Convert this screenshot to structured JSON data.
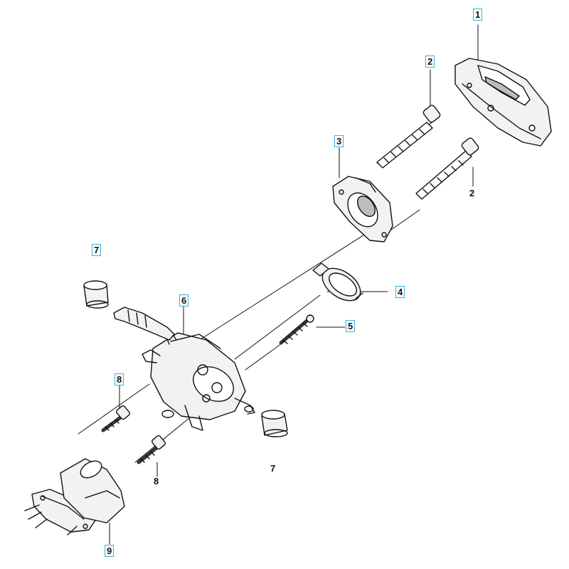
{
  "labels": {
    "l1": "1",
    "l2a": "2",
    "l2b": "2",
    "l3": "3",
    "l4": "4",
    "l5": "5",
    "l6": "6",
    "l7a": "7",
    "l7b": "7",
    "l8a": "8",
    "l8b": "8",
    "l9": "9"
  },
  "colors": {
    "callout_box": "#3bb0e0",
    "line": "#111111",
    "part_fill": "#f2f2f2",
    "shade": "#bdbdbd"
  }
}
